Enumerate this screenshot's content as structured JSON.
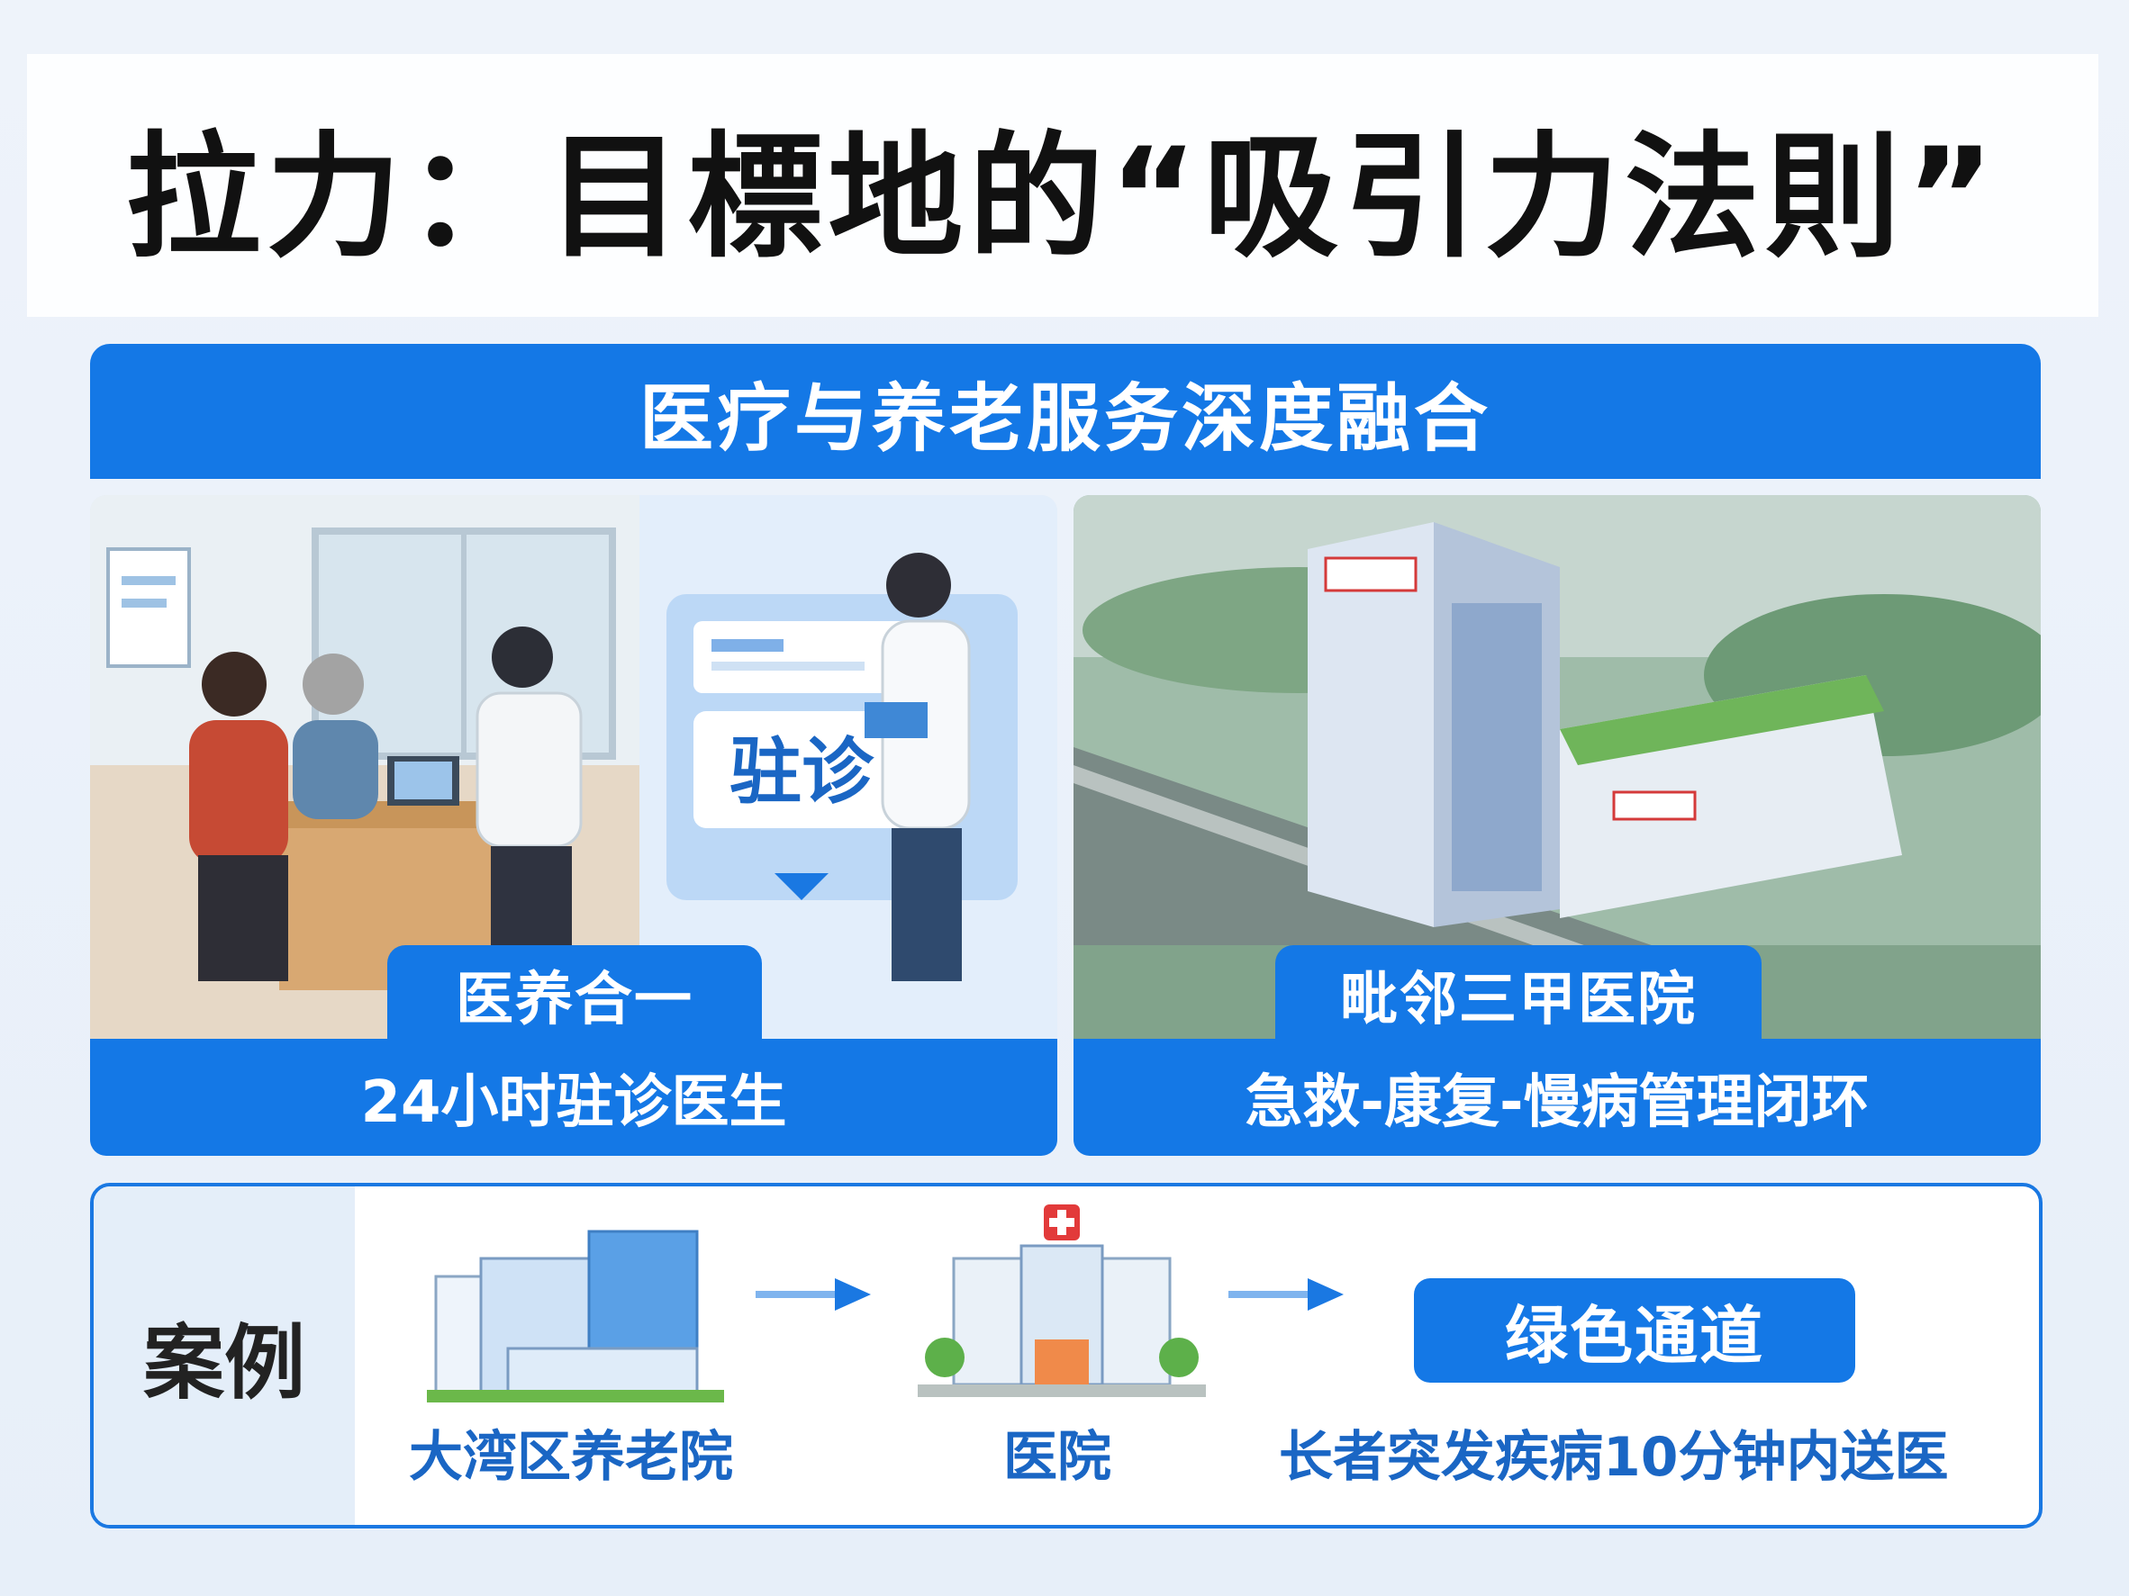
{
  "title": "拉力：目標地的“吸引力法則”",
  "header": {
    "label": "医疗与养老服务深度融合"
  },
  "left_panel": {
    "tab_label": "医养合一",
    "strip_label": "24小时驻诊医生",
    "card_label": "驻诊"
  },
  "right_panel": {
    "tab_label": "毗邻三甲医院",
    "strip_label": "急救-康复-慢病管理闭环"
  },
  "case": {
    "label": "案例",
    "items": [
      {
        "label": "大湾区养老院",
        "icon": "nursing-home-building-icon"
      },
      {
        "label": "医院",
        "icon": "hospital-building-icon"
      },
      {
        "label": "长者突发疾病10分钟内送医",
        "icon": "green-channel-badge"
      }
    ],
    "badge_label": "绿色通道"
  },
  "colors": {
    "accent": "#1478e6",
    "case_text": "#1a66c4",
    "title": "#111111"
  }
}
